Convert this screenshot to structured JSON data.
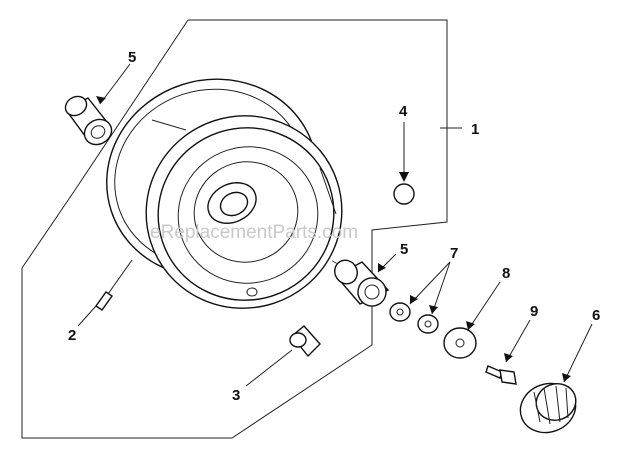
{
  "watermark": "eReplacementParts.com",
  "callouts": {
    "c1": "1",
    "c2": "2",
    "c3": "3",
    "c4": "4",
    "c5a": "5",
    "c5b": "5",
    "c6": "6",
    "c7": "7",
    "c8": "8",
    "c9": "9"
  }
}
